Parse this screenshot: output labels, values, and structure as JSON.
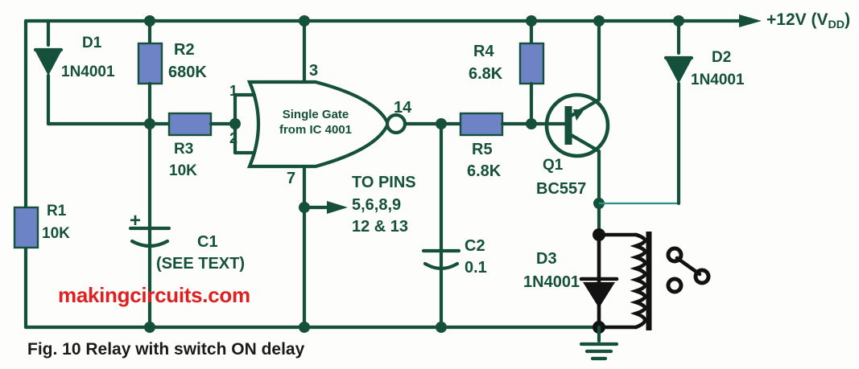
{
  "figure": {
    "caption": "Fig. 10 Relay with switch ON delay",
    "watermark": "makingcircuits.com",
    "supply_label": "+12V (V",
    "supply_sub": "DD",
    "supply_tail": ")"
  },
  "colors": {
    "wire": "#14503c",
    "resistor_fill": "#6d83c6",
    "resistor_stroke": "#14503c",
    "relay_black": "#121212",
    "watermark_red": "#e02020",
    "caption_black": "#1a1a1a",
    "teal_link": "#2f8f86",
    "background": "#fdfdfb"
  },
  "components": {
    "d1": {
      "ref": "D1",
      "value": "1N4001"
    },
    "d2": {
      "ref": "D2",
      "value": "1N4001"
    },
    "d3": {
      "ref": "D3",
      "value": "1N4001"
    },
    "r1": {
      "ref": "R1",
      "value": "10K"
    },
    "r2": {
      "ref": "R2",
      "value": "680K"
    },
    "r3": {
      "ref": "R3",
      "value": "10K"
    },
    "r4": {
      "ref": "R4",
      "value": "6.8K"
    },
    "r5": {
      "ref": "R5",
      "value": "6.8K"
    },
    "c1": {
      "ref": "C1",
      "value": "(SEE TEXT)",
      "polarity": "+"
    },
    "c2": {
      "ref": "C2",
      "value": "0.1"
    },
    "q1": {
      "ref": "Q1",
      "value": "BC557"
    }
  },
  "ic": {
    "gate_line1": "Single Gate",
    "gate_line2": "from IC 4001",
    "pin_in_1": "1",
    "pin_in_2": "2",
    "pin_vdd": "3",
    "pin_gnd": "7",
    "pin_out": "14",
    "unused_line1": "TO PINS",
    "unused_line2": "5,6,8,9",
    "unused_line3": "12 & 13"
  }
}
